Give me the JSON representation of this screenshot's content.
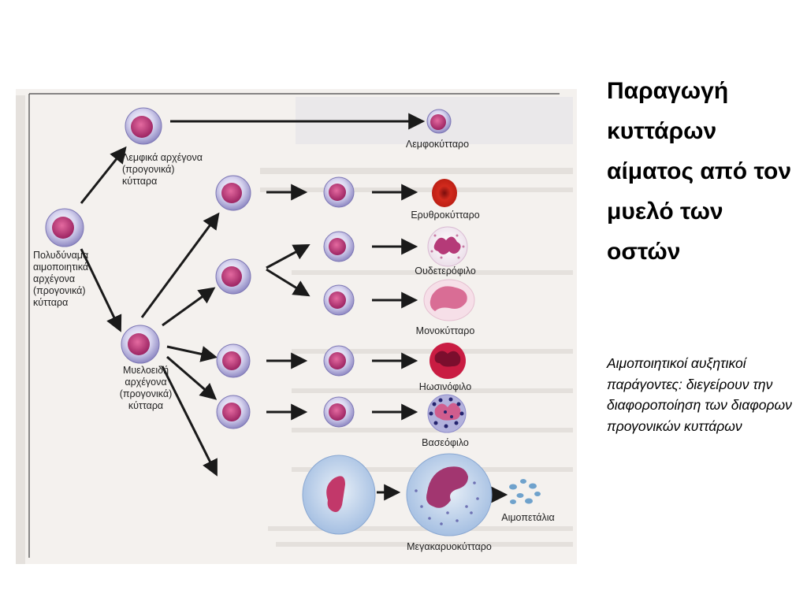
{
  "slide": {
    "title": "Παραγωγή κυττάρων αίματος από τον μυελό των οστών",
    "subtitle": "Αιμοποιητικοί αυξητικοί παράγοντες: διεγείρουν την διαφοροποίηση των διαφορων προγονικών κυττάρων"
  },
  "diagram": {
    "labels": {
      "multipotent": "Πολυδύναμα αιμοποιητικά αρχέγονα (προγονικά) κύτταρα",
      "lymphoid_progenitor": "Λεμφικά αρχέγονα (προγονικά) κύτταρα",
      "myeloid_progenitor": "Μυελοειδή αρχέγονα (προγονικά) κύτταρα",
      "lymphocyte": "Λεμφοκύτταρο",
      "erythrocyte": "Ερυθροκύτταρο",
      "neutrophil": "Ουδετερόφιλο",
      "monocyte": "Μονοκύτταρο",
      "eosinophil": "Ηωσινόφιλο",
      "basophil": "Βασεόφιλο",
      "platelets": "Αιμοπετάλια",
      "megakaryocyte": "Μεγακαρυοκύτταρο"
    },
    "colors": {
      "stem_cell_body": "#c9c6e6",
      "stem_cell_nucleus": "#b0306e",
      "erythrocyte": "#c8261a",
      "eosinophil_granules": "#c81b3f",
      "basophil_granules": "#2a2a80",
      "megakaryocyte_cytoplasm": "#b9cde6",
      "platelets": "#6fa2cc",
      "arrow": "#1a1a1a"
    }
  }
}
